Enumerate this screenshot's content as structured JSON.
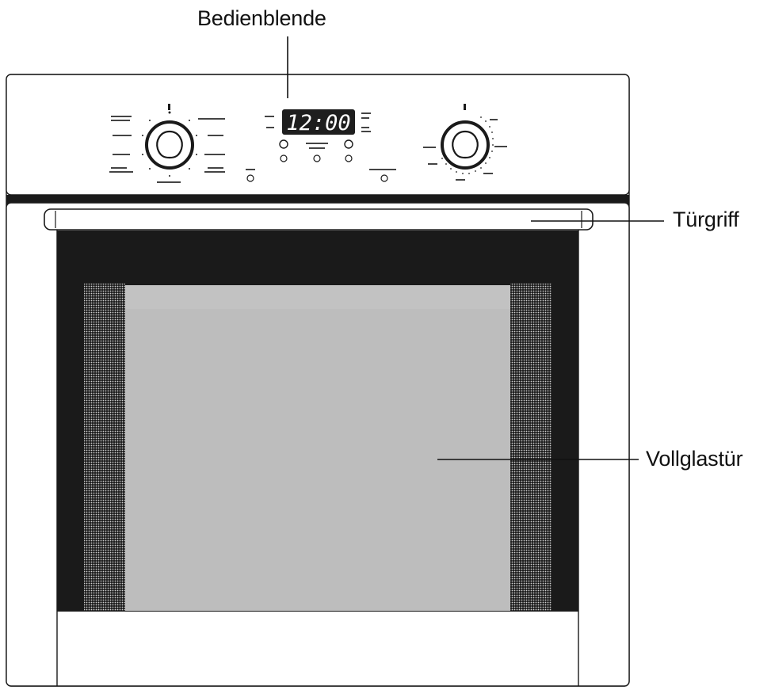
{
  "callouts": {
    "panel": "Bedienblende",
    "handle": "Türgriff",
    "door": "Vollglastür"
  },
  "display": {
    "time": "12:00"
  },
  "colors": {
    "line": "#1a1a1a",
    "frame": "#ffffff",
    "door_border": "#1a1a1a",
    "glass": "#bdbdbd",
    "display_bg": "#1e1e1e"
  }
}
